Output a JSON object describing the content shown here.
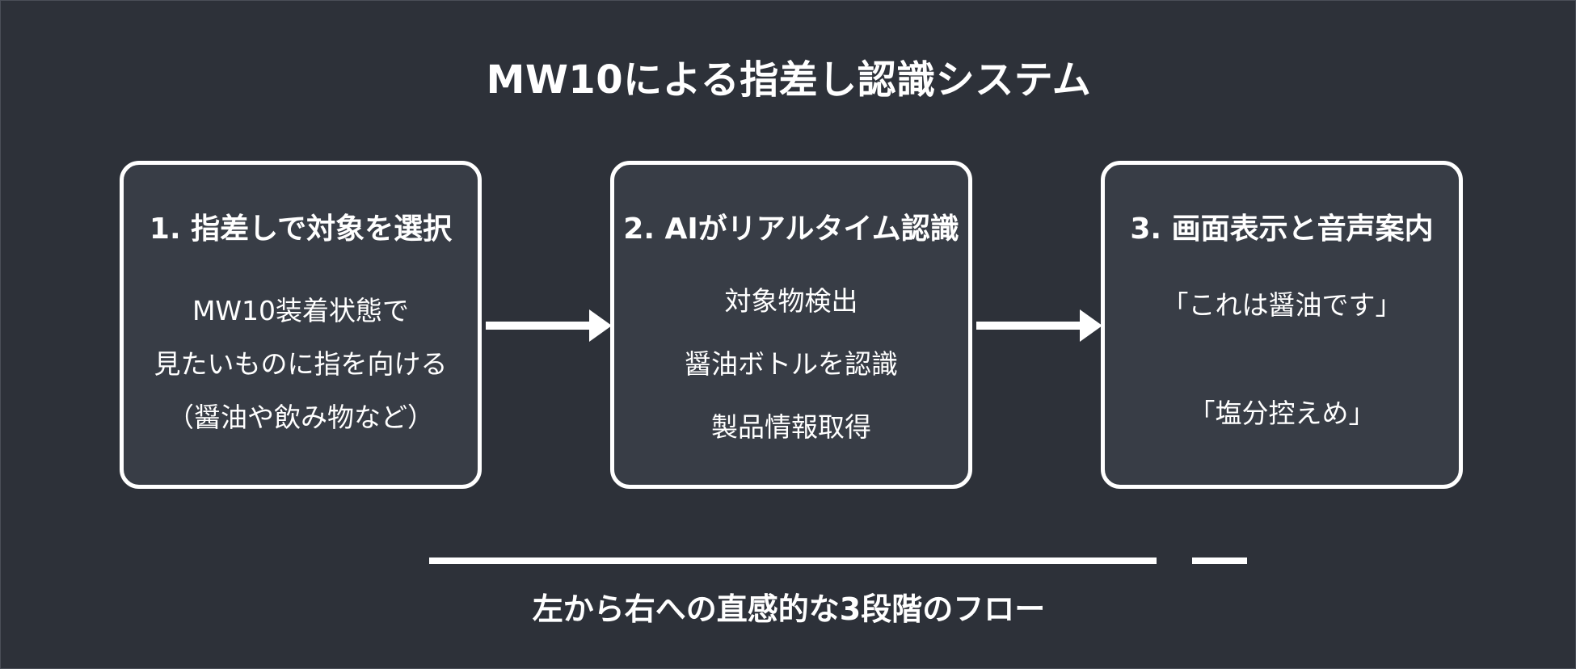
{
  "title": "MW10による指差し認識システム",
  "steps": [
    {
      "title": "1. 指差しで対象を選択",
      "lines": [
        "MW10装着状態で",
        "見たいものに指を向ける",
        "（醤油や飲み物など）"
      ]
    },
    {
      "title": "2. AIがリアルタイム認識",
      "lines": [
        "対象物検出",
        "醤油ボトルを認識",
        "製品情報取得"
      ]
    },
    {
      "title": "3. 画面表示と音声案内",
      "lines": [
        "「これは醤油です」",
        "「塩分控えめ」"
      ]
    }
  ],
  "arrows": [
    "arrow-right-icon",
    "arrow-right-icon"
  ],
  "caption": "左から右への直感的な3段階のフロー",
  "colors": {
    "background": "#2d3139",
    "box_fill": "#383d46",
    "foreground": "#ffffff"
  }
}
